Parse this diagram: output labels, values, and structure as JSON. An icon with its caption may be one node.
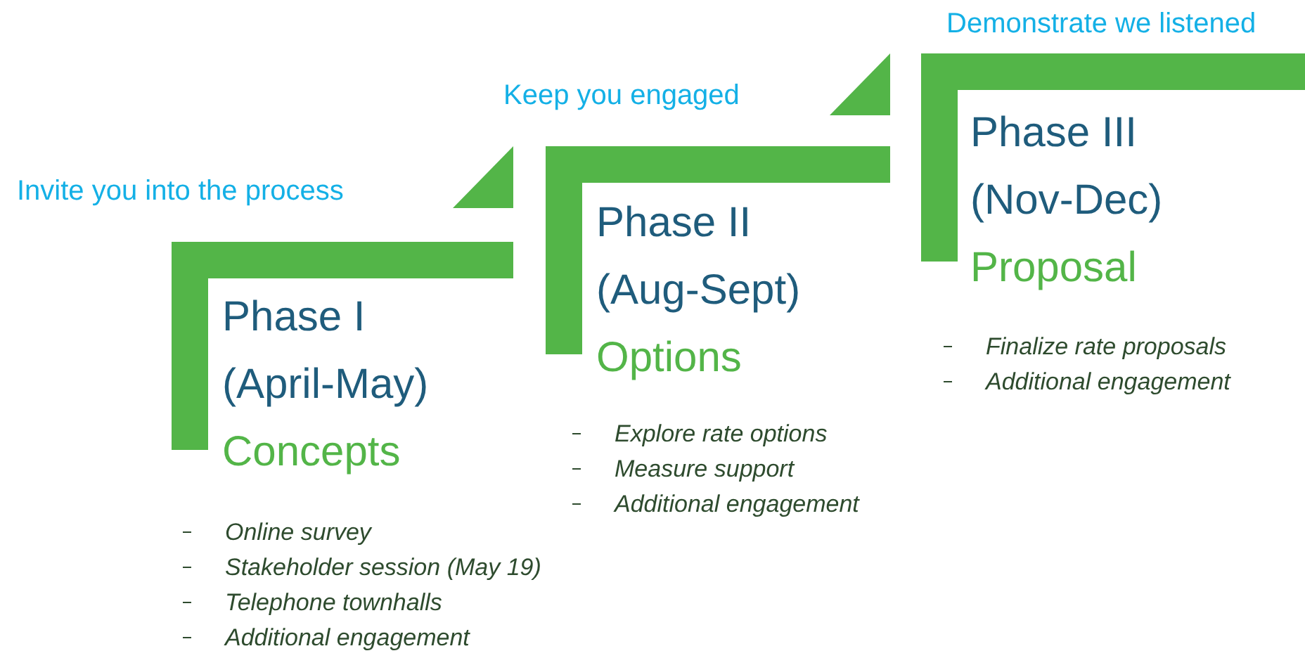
{
  "diagram": {
    "nodes": [
      {
        "text": [
          "Phase I (April-May)",
          "Concepts"
        ],
        "beside": [
          "Online survey",
          "Stakeholder session (May 19)",
          "Telephone townhalls",
          "Additional engagement"
        ]
      },
      {
        "text": [
          "Phase II (Aug-Sept)",
          "Options"
        ],
        "beside": [
          "Explore rate options",
          "Measure support",
          "Additional engagement"
        ]
      },
      {
        "text": [
          "Phase III (Nov-Dec)",
          "Proposal"
        ],
        "beside": [
          "Finalize rate proposals",
          "Additional engagement"
        ]
      }
    ],
    "labels": [
      "Invite you into the process",
      "Keep you engaged",
      "Demonstrate we listened"
    ]
  }
}
